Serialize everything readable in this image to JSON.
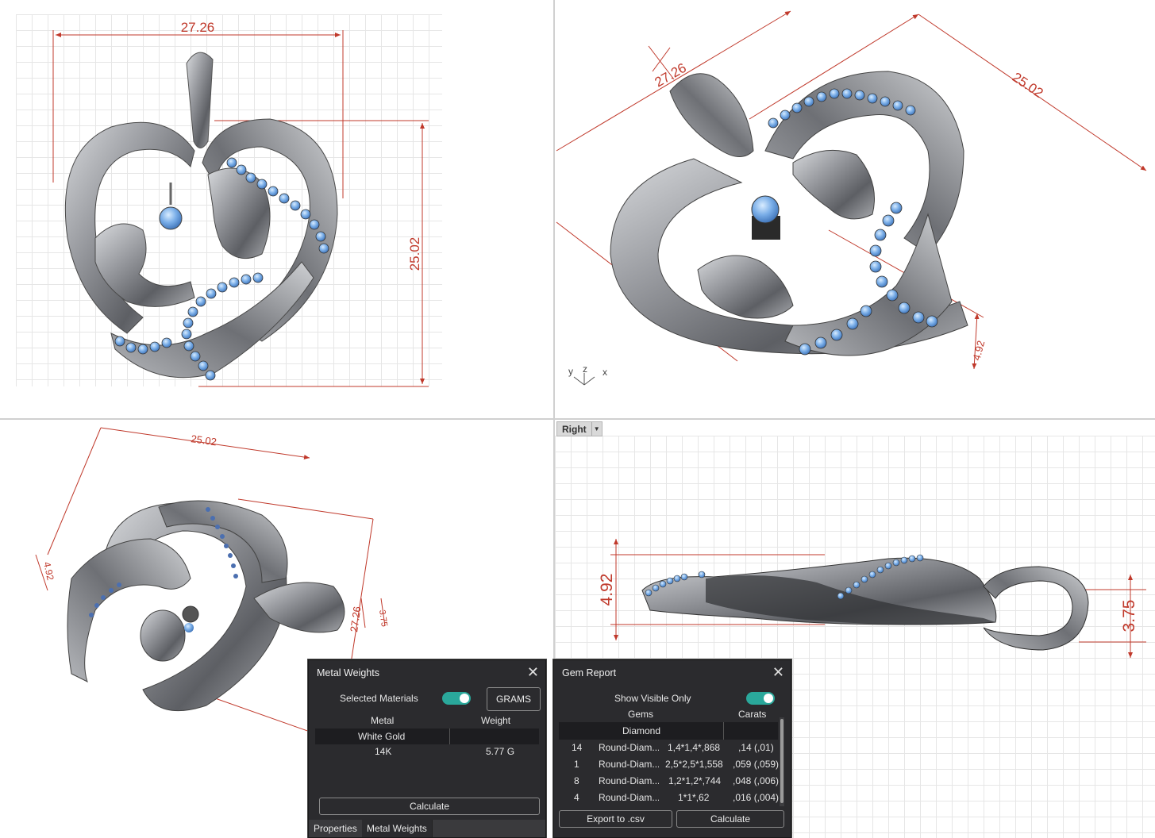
{
  "viewports": {
    "top": {
      "dim_width": "27.26",
      "dim_height": "25.02"
    },
    "perspective": {
      "dim_a": "27.26",
      "dim_b": "25.02",
      "dim_c": "4.92",
      "axis_y": "y",
      "axis_z": "z",
      "axis_x": "x"
    },
    "bottom": {
      "dim_a": "25.02",
      "dim_b": "4.92",
      "dim_c": "27.26",
      "dim_d": "3.75"
    },
    "right": {
      "label": "Right",
      "dim_left": "4.92",
      "dim_right": "3.75"
    }
  },
  "metal_weights": {
    "title": "Metal Weights",
    "selected_materials_label": "Selected Materials",
    "units_button": "GRAMS",
    "col_metal": "Metal",
    "col_weight": "Weight",
    "group": "White Gold",
    "rows": [
      {
        "metal": "14K",
        "weight": "5.77 G"
      }
    ],
    "calculate": "Calculate",
    "tabs": [
      "Properties",
      "Metal Weights"
    ]
  },
  "gem_report": {
    "title": "Gem Report",
    "show_visible_label": "Show Visible Only",
    "col_gems": "Gems",
    "col_carats": "Carats",
    "group": "Diamond",
    "rows": [
      {
        "count": "14",
        "name": "Round-Diam...",
        "size": "1,4*1,4*,868",
        "carats": ",14 (,01)"
      },
      {
        "count": "1",
        "name": "Round-Diam...",
        "size": "2,5*2,5*1,558",
        "carats": ",059 (,059)"
      },
      {
        "count": "8",
        "name": "Round-Diam...",
        "size": "1,2*1,2*,744",
        "carats": ",048 (,006)"
      },
      {
        "count": "4",
        "name": "Round-Diam...",
        "size": "1*1*,62",
        "carats": ",016 (,004)"
      }
    ],
    "export": "Export to .csv",
    "calculate": "Calculate"
  },
  "colors": {
    "dimension": "#c0392b",
    "metal": "#8e9095",
    "gem": "#7aaee8",
    "panel": "#2b2b2e",
    "toggle": "#2aa89b"
  }
}
